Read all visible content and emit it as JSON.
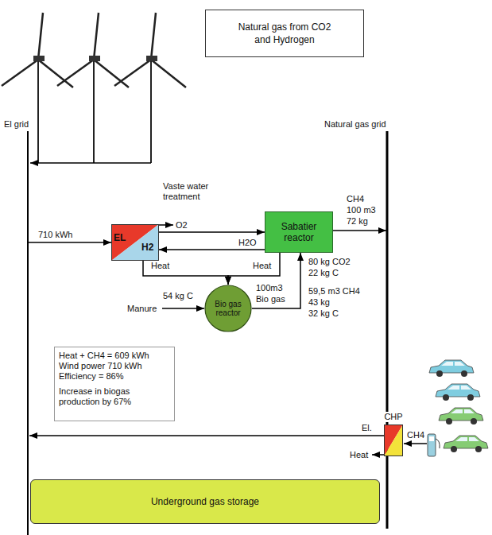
{
  "diagram": {
    "nodes": [
      {
        "text": [
          "Natural gas from CO2 and Hydrogen"
        ]
      },
      {
        "text": [
          "EL",
          "H2"
        ]
      },
      {
        "text": [
          "Sabatier reactor"
        ]
      },
      {
        "text": [
          "Bio gas reactor"
        ]
      },
      {
        "text": [
          "Heat + CH4 = 609 kWh",
          "Wind power 710 kWh",
          "Efficiency = 86%",
          "Increase in biogas production by 67%"
        ]
      },
      {
        "text": [
          "CHP"
        ]
      },
      {
        "text": [
          "Underground gas storage"
        ]
      }
    ],
    "edges": [
      {
        "from": 1,
        "to": 2,
        "arrow": "to"
      },
      {
        "from": 2,
        "to": 1,
        "arrow": "to"
      },
      {
        "from": 1,
        "to": 3,
        "arrow": "to"
      },
      {
        "from": 2,
        "to": 3,
        "arrow": "to"
      },
      {
        "from": 3,
        "to": 2,
        "arrow": "to"
      }
    ],
    "labels": [
      "El grid",
      "Natural gas grid",
      "Vaste water treatment",
      "O2",
      "CH4",
      "100 m3",
      "72 kg",
      "710 kWh",
      "H2O",
      "Heat",
      "Heat",
      "80 kg CO2",
      "22 kg C",
      "54 kg C",
      "Manure",
      "100m3",
      "Bio gas",
      "59,5 m3 CH4",
      "43 kg",
      "32 kg C",
      "El.",
      "Heat",
      "CH4"
    ]
  }
}
